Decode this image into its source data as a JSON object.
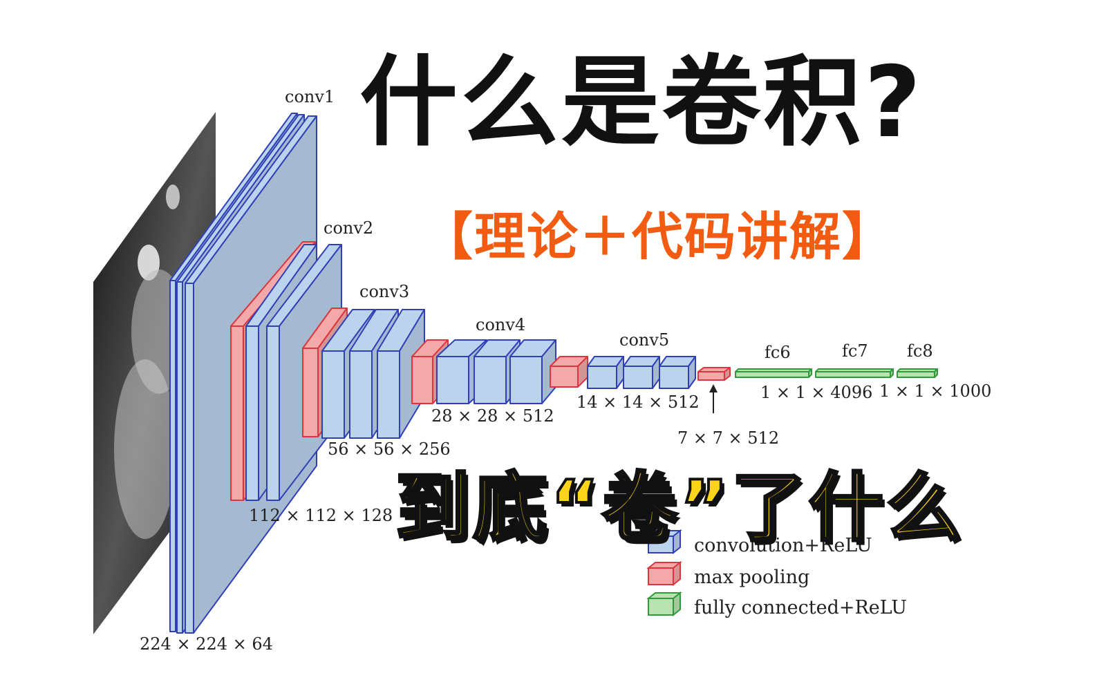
{
  "headline": {
    "title": "什么是卷积?",
    "subtitle": "【理论＋代码讲解】",
    "bottom": "到底“卷”了什么"
  },
  "network": {
    "blocks": [
      {
        "name": "conv1",
        "size": "224 × 224 × 64"
      },
      {
        "name": "conv2",
        "size": "112 × 112 × 128"
      },
      {
        "name": "conv3",
        "size": "56 × 56 × 256"
      },
      {
        "name": "conv4",
        "size": "28 × 28 × 512"
      },
      {
        "name": "conv5",
        "size": "14 × 14 × 512"
      },
      {
        "name": "pool5",
        "size": "7 × 7 × 512"
      },
      {
        "name": "fc6",
        "size": ""
      },
      {
        "name": "fc7",
        "size": "1 × 1 × 4096"
      },
      {
        "name": "fc8",
        "size": "1 × 1 × 1000"
      }
    ]
  },
  "legend": [
    {
      "label": "convolution+ReLU",
      "color": "#bcd3ee"
    },
    {
      "label": "max pooling",
      "color": "#f3a9a9"
    },
    {
      "label": "fully connected+ReLU",
      "color": "#b8e3b0"
    }
  ],
  "colors": {
    "conv_fill": "#bcd3ee",
    "conv_stroke": "#2f3fb6",
    "pool_fill": "#f3a9a9",
    "pool_stroke": "#d9363e",
    "fc_fill": "#b8e3b0",
    "fc_stroke": "#2f9a3a",
    "title": "#111111",
    "subtitle": "#f25c12",
    "bottom_fill": "#fdd41a"
  },
  "icons": [
    "input-image",
    "arrow-up-icon"
  ]
}
